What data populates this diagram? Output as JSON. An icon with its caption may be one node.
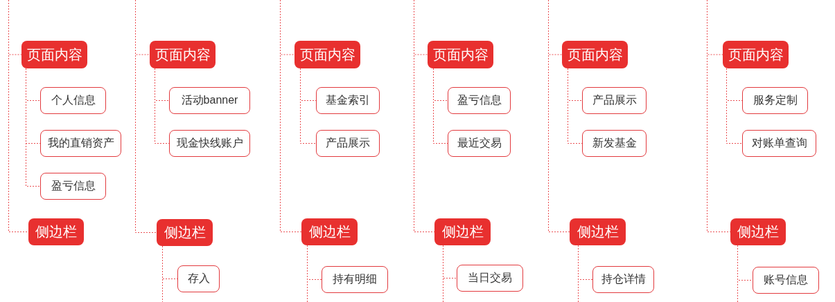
{
  "diagram": {
    "nodes": [
      {
        "text": [
          "页面内容"
        ]
      },
      {
        "text": [
          "个人信息"
        ]
      },
      {
        "text": [
          "我的直销资产"
        ]
      },
      {
        "text": [
          "盈亏信息"
        ]
      },
      {
        "text": [
          "侧边栏"
        ]
      },
      {
        "text": [
          "页面内容"
        ]
      },
      {
        "text": [
          "活动banner"
        ]
      },
      {
        "text": [
          "现金快线账户"
        ]
      },
      {
        "text": [
          "侧边栏"
        ]
      },
      {
        "text": [
          "存入"
        ]
      },
      {
        "text": [
          "页面内容"
        ]
      },
      {
        "text": [
          "基金索引"
        ]
      },
      {
        "text": [
          "产品展示"
        ]
      },
      {
        "text": [
          "侧边栏"
        ]
      },
      {
        "text": [
          "持有明细"
        ]
      },
      {
        "text": [
          "页面内容"
        ]
      },
      {
        "text": [
          "盈亏信息"
        ]
      },
      {
        "text": [
          "最近交易"
        ]
      },
      {
        "text": [
          "侧边栏"
        ]
      },
      {
        "text": [
          "当日交易"
        ]
      },
      {
        "text": [
          "页面内容"
        ]
      },
      {
        "text": [
          "产品展示"
        ]
      },
      {
        "text": [
          "新发基金"
        ]
      },
      {
        "text": [
          "侧边栏"
        ]
      },
      {
        "text": [
          "持仓详情"
        ]
      },
      {
        "text": [
          "页面内容"
        ]
      },
      {
        "text": [
          "服务定制"
        ]
      },
      {
        "text": [
          "对账单查询"
        ]
      },
      {
        "text": [
          "侧边栏"
        ]
      },
      {
        "text": [
          "账号信息"
        ]
      }
    ],
    "edges": [
      {
        "from": null,
        "to": 0,
        "arrow": "none"
      },
      {
        "from": 0,
        "to": 1,
        "arrow": "none"
      },
      {
        "from": 0,
        "to": 2,
        "arrow": "none"
      },
      {
        "from": 0,
        "to": 3,
        "arrow": "none"
      },
      {
        "from": null,
        "to": 4,
        "arrow": "none"
      },
      {
        "from": null,
        "to": 5,
        "arrow": "none"
      },
      {
        "from": 5,
        "to": 6,
        "arrow": "none"
      },
      {
        "from": 5,
        "to": 7,
        "arrow": "none"
      },
      {
        "from": null,
        "to": 8,
        "arrow": "none"
      },
      {
        "from": 8,
        "to": 9,
        "arrow": "none"
      },
      {
        "from": 8,
        "to": null,
        "arrow": "none"
      },
      {
        "from": null,
        "to": 10,
        "arrow": "none"
      },
      {
        "from": 10,
        "to": 11,
        "arrow": "none"
      },
      {
        "from": 10,
        "to": 12,
        "arrow": "none"
      },
      {
        "from": null,
        "to": 13,
        "arrow": "none"
      },
      {
        "from": 13,
        "to": 14,
        "arrow": "none"
      },
      {
        "from": 13,
        "to": null,
        "arrow": "none"
      },
      {
        "from": null,
        "to": 15,
        "arrow": "none"
      },
      {
        "from": 15,
        "to": 16,
        "arrow": "none"
      },
      {
        "from": 15,
        "to": 17,
        "arrow": "none"
      },
      {
        "from": null,
        "to": 18,
        "arrow": "none"
      },
      {
        "from": 18,
        "to": 19,
        "arrow": "none"
      },
      {
        "from": 18,
        "to": null,
        "arrow": "none"
      },
      {
        "from": null,
        "to": 20,
        "arrow": "none"
      },
      {
        "from": 20,
        "to": 21,
        "arrow": "none"
      },
      {
        "from": 20,
        "to": 22,
        "arrow": "none"
      },
      {
        "from": null,
        "to": 23,
        "arrow": "none"
      },
      {
        "from": 23,
        "to": 24,
        "arrow": "none"
      },
      {
        "from": 23,
        "to": null,
        "arrow": "none"
      },
      {
        "from": null,
        "to": 25,
        "arrow": "none"
      },
      {
        "from": 25,
        "to": 26,
        "arrow": "none"
      },
      {
        "from": 25,
        "to": 27,
        "arrow": "none"
      },
      {
        "from": null,
        "to": 28,
        "arrow": "none"
      },
      {
        "from": 28,
        "to": 29,
        "arrow": "none"
      },
      {
        "from": 28,
        "to": null,
        "arrow": "none"
      }
    ]
  }
}
